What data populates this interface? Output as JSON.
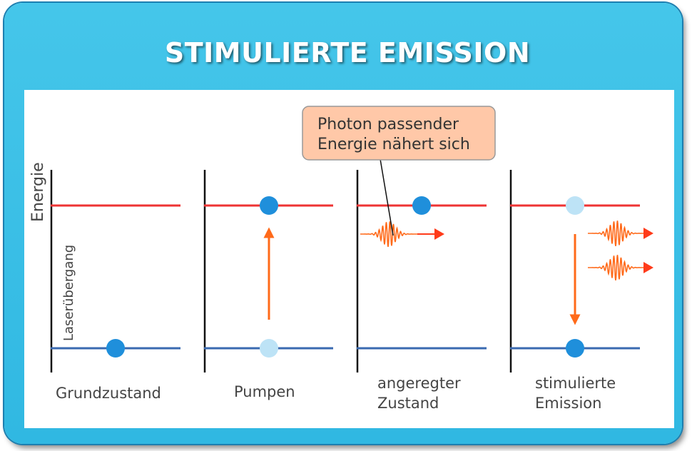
{
  "title": "STIMULIERTE EMISSION",
  "axis": {
    "y_label": "Energie",
    "transition_label": "Laserübergang"
  },
  "callout": {
    "line1": "Photon passender",
    "line2": "Energie nähert sich"
  },
  "stages": [
    {
      "label_line1": "Grundzustand",
      "label_line2": ""
    },
    {
      "label_line1": "Pumpen",
      "label_line2": ""
    },
    {
      "label_line1": "angeregter",
      "label_line2": "Zustand"
    },
    {
      "label_line1": "stimulierte",
      "label_line2": "Emission"
    }
  ],
  "colors": {
    "frame": "#34bbe4",
    "upper_level": "#ee3333",
    "lower_level": "#3a6ab0",
    "electron": "#1f8fdb",
    "electron_faded": "#bde3f6",
    "arrow": "#ff6a1a",
    "photon": "#ff6a1a",
    "callout_fill": "#ffc8a8",
    "callout_border": "#999999"
  }
}
